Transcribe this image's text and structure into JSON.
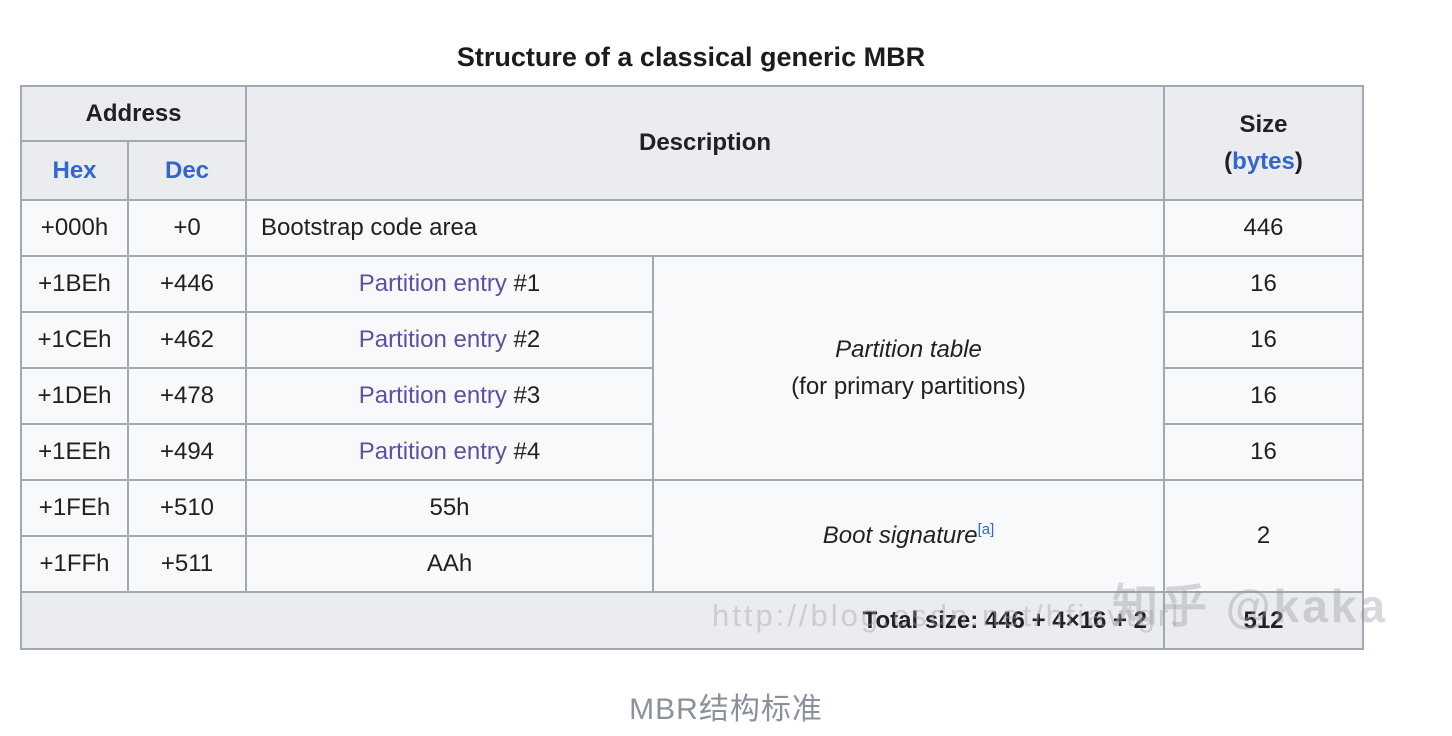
{
  "title": "Structure of a classical generic MBR",
  "caption": "MBR结构标准",
  "table": {
    "header": {
      "address": "Address",
      "hex": "Hex",
      "dec": "Dec",
      "description": "Description",
      "size": "Size",
      "bytes_open": "(",
      "bytes_link": "bytes",
      "bytes_close": ")"
    },
    "rows": [
      {
        "hex": "+000h",
        "dec": "+0",
        "desc": "Bootstrap code area",
        "size": "446"
      },
      {
        "hex": "+1BEh",
        "dec": "+446",
        "desc_link": "Partition entry",
        "desc_suffix": " #1",
        "size": "16"
      },
      {
        "hex": "+1CEh",
        "dec": "+462",
        "desc_link": "Partition entry",
        "desc_suffix": " #2",
        "size": "16"
      },
      {
        "hex": "+1DEh",
        "dec": "+478",
        "desc_link": "Partition entry",
        "desc_suffix": " #3",
        "size": "16"
      },
      {
        "hex": "+1EEh",
        "dec": "+494",
        "desc_link": "Partition entry",
        "desc_suffix": " #4",
        "size": "16"
      },
      {
        "hex": "+1FEh",
        "dec": "+510",
        "desc": "55h",
        "size": "2"
      },
      {
        "hex": "+1FFh",
        "dec": "+511",
        "desc": "AAh"
      }
    ],
    "merged_cells": {
      "partition_table_title": "Partition table",
      "partition_table_subtitle": "(for primary partitions)",
      "boot_signature": "Boot signature",
      "boot_signature_ref": "[a]"
    },
    "footer": {
      "total_label": "Total size: 446 + 4×16 + 2",
      "total_value": "512"
    }
  },
  "watermarks": {
    "source_url": "http://blog.csdn.net/hfiavtgrl",
    "zhihu": "知乎 @kaka"
  },
  "colors": {
    "header_bg": "#eaecf0",
    "row_bg": "#f8f9fa",
    "border": "#a2a9b1",
    "link_blue": "#3366cc",
    "link_visited": "#5a51a5",
    "text": "#202122",
    "caption_gray": "#8b919c"
  }
}
